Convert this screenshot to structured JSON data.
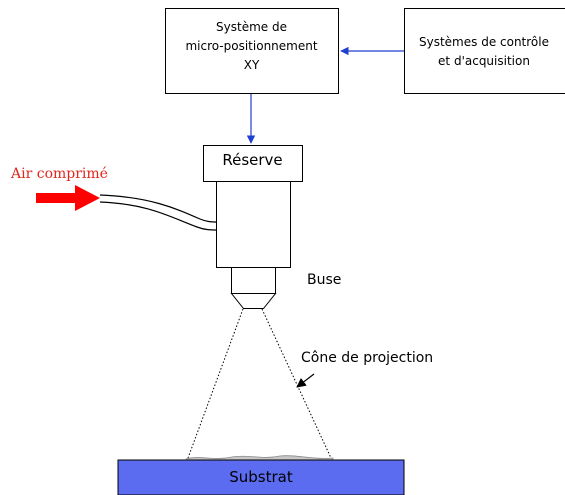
{
  "labels": {
    "positioning_system": [
      "Système de",
      "micro-positionnement",
      "XY"
    ],
    "control_system": [
      "Systèmes de contrôle",
      "et d'acquisition"
    ],
    "reservoir": "Réserve",
    "compressed_air": "Air comprimé",
    "nozzle": "Buse",
    "spray_cone": "Cône de projection",
    "substrate": "Substrat"
  },
  "colors": {
    "connector_arrows": "#1f3fd0",
    "air_arrow": "#ff0000",
    "air_label": "#e0281c",
    "substrate_fill": "#5b6cf0"
  }
}
